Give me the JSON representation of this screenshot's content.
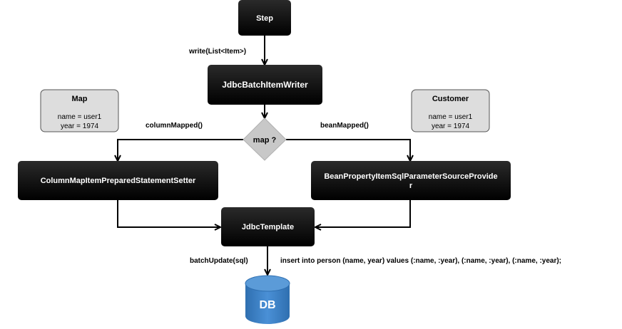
{
  "nodes": {
    "step": {
      "label": "Step"
    },
    "writer": {
      "label": "JdbcBatchItemWriter"
    },
    "decision": {
      "label": "map ?"
    },
    "column_setter": {
      "label": "ColumnMapItemPreparedStatementSetter"
    },
    "bean_provider": {
      "line1": "BeanPropertyItemSqlParameterSourceProvide",
      "line2": "r"
    },
    "jdbc_template": {
      "label": "JdbcTemplate"
    },
    "db": {
      "label": "DB"
    }
  },
  "notes": {
    "map": {
      "title": "Map",
      "line1": "name = user1",
      "line2": "year = 1974"
    },
    "customer": {
      "title": "Customer",
      "line1": "name = user1",
      "line2": "year = 1974"
    }
  },
  "edge_labels": {
    "write": "write(List<Item>)",
    "column_mapped": "columnMapped()",
    "bean_mapped": "beanMapped()",
    "batch_update": "batchUpdate(sql)",
    "sql": "insert into person (name, year) values (:name, :year), (:name, :year), (:name, :year);"
  },
  "colors": {
    "box_fill": "#000000",
    "note_fill": "#dddddd",
    "decision_fill": "#c8c8c8",
    "db_fill": "#3b80c5",
    "db_top": "#5b9bd8",
    "edge": "#000000"
  }
}
